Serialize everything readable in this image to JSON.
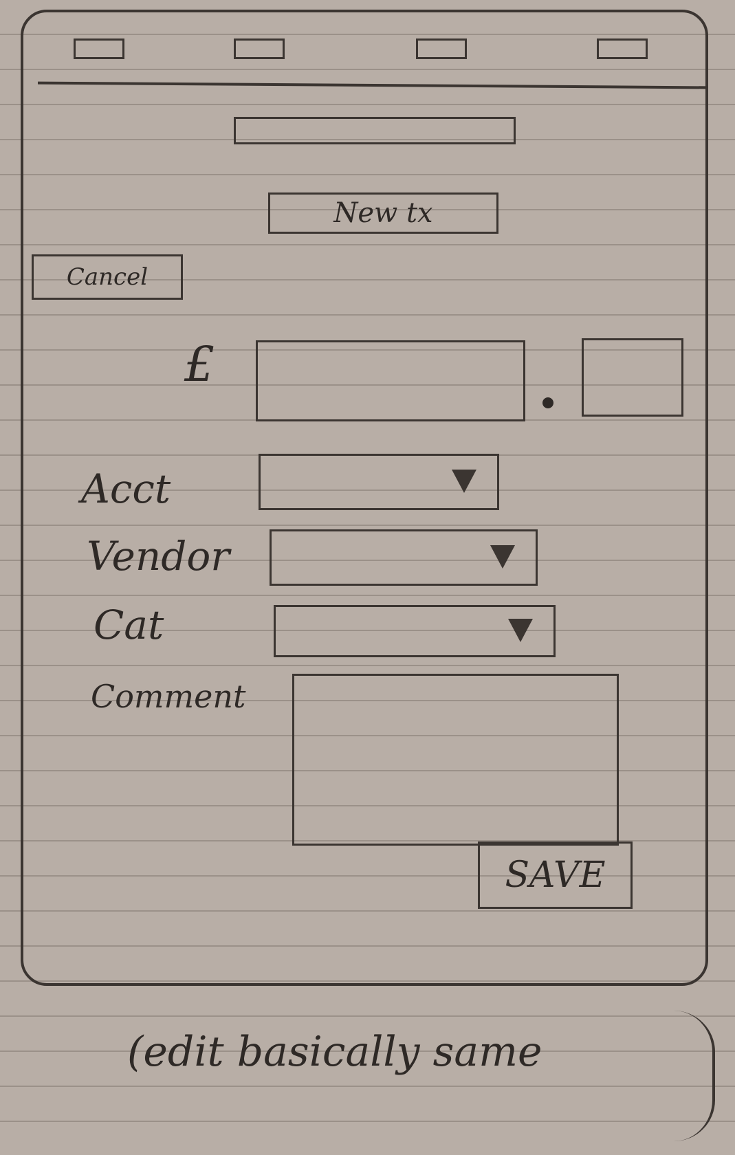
{
  "form": {
    "new_tx_label": "New tx",
    "cancel_label": "Cancel",
    "currency_symbol": "£",
    "acct_label": "Acct",
    "vendor_label": "Vendor",
    "cat_label": "Cat",
    "comment_label": "Comment",
    "save_label": "SAVE"
  },
  "note": {
    "text": "(edit basically same"
  },
  "icons": {
    "dropdown": "triangle-down-icon"
  }
}
